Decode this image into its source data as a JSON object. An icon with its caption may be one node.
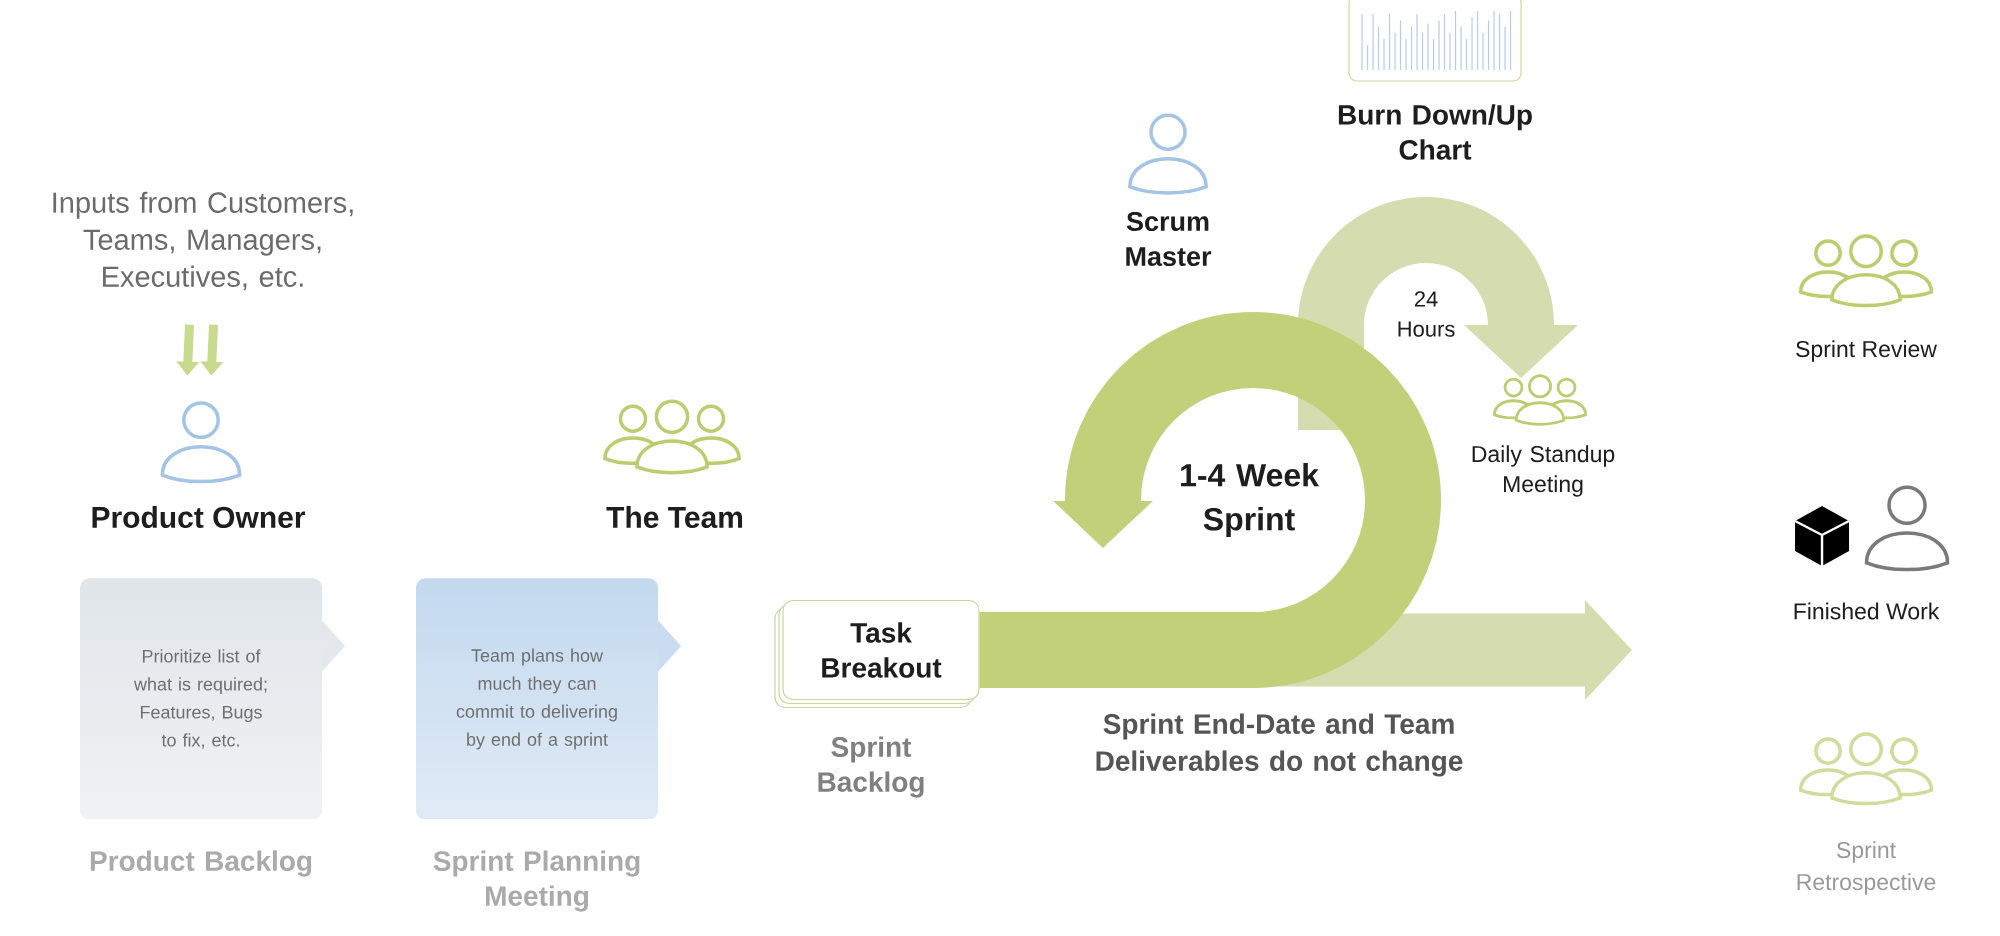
{
  "diagram": {
    "nodes": [
      {
        "text": [
          "Inputs from Customers, Teams, Managers, Executives, etc."
        ]
      },
      {
        "text": [
          "Product Owner"
        ]
      },
      {
        "text": [
          "Prioritize list of what is required; Features, Bugs to fix, etc.",
          "Product Backlog"
        ]
      },
      {
        "text": [
          "The Team"
        ]
      },
      {
        "text": [
          "Team plans how much they can commit to delivering by end of a sprint",
          "Sprint Planning Meeting"
        ]
      },
      {
        "text": [
          "Task Breakout",
          "Sprint Backlog"
        ]
      },
      {
        "text": [
          "Scrum Master"
        ]
      },
      {
        "text": [
          "Burn Down/Up Chart"
        ]
      },
      {
        "text": [
          "Daily Standup Meeting"
        ]
      },
      {
        "text": [
          "Sprint Review"
        ]
      },
      {
        "text": [
          "Finished Work"
        ]
      },
      {
        "text": [
          "Sprint Retrospective"
        ]
      }
    ],
    "edges": [
      {
        "from": 0,
        "to": 1,
        "arrow": "to",
        "color": "#c8da8e"
      },
      {
        "from": 5,
        "to": null,
        "arrow": "to",
        "color": "#d4dcb0"
      },
      {
        "from": 5,
        "to": null,
        "arrow": "to",
        "color": "#c2d07a"
      }
    ],
    "labels": [
      "24 Hours",
      "1-4 Week Sprint",
      "Sprint End-Date and Team Deliverables do not change"
    ]
  }
}
